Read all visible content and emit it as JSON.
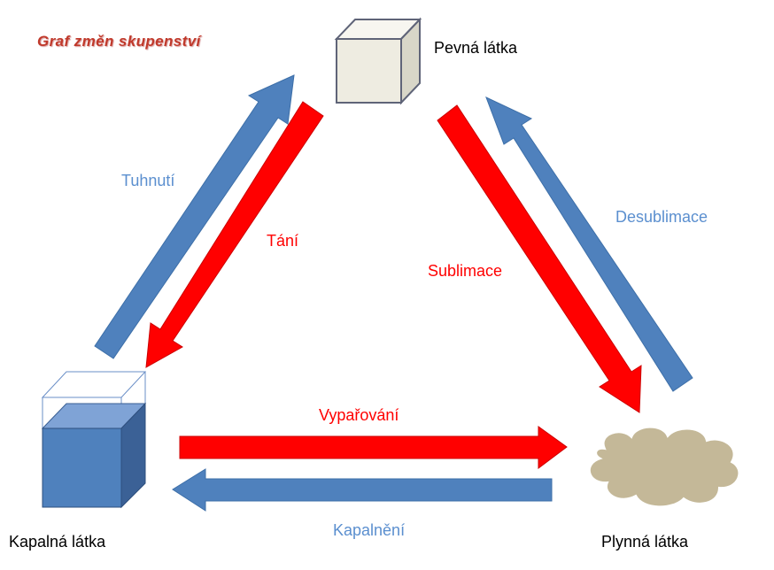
{
  "title": "Graf změn skupenství",
  "states": {
    "solid": "Pevná látka",
    "liquid": "Kapalná látka",
    "gas": "Plynná látka"
  },
  "transitions": {
    "solidification": "Tuhnutí",
    "melting": "Tání",
    "sublimation": "Sublimace",
    "desublimation": "Desublimace",
    "vaporization": "Vypařování",
    "condensation": "Kapalnění"
  },
  "colors": {
    "title": "#c0392b",
    "heating_arrow": "#ff0000",
    "cooling_arrow": "#4f81bd",
    "heating_label": "#ff0000",
    "cooling_label": "#5b8fcf",
    "solid_cube": "#eeece1",
    "liquid_cube": "#4f81bd",
    "gas_cloud": "#c4b898"
  }
}
